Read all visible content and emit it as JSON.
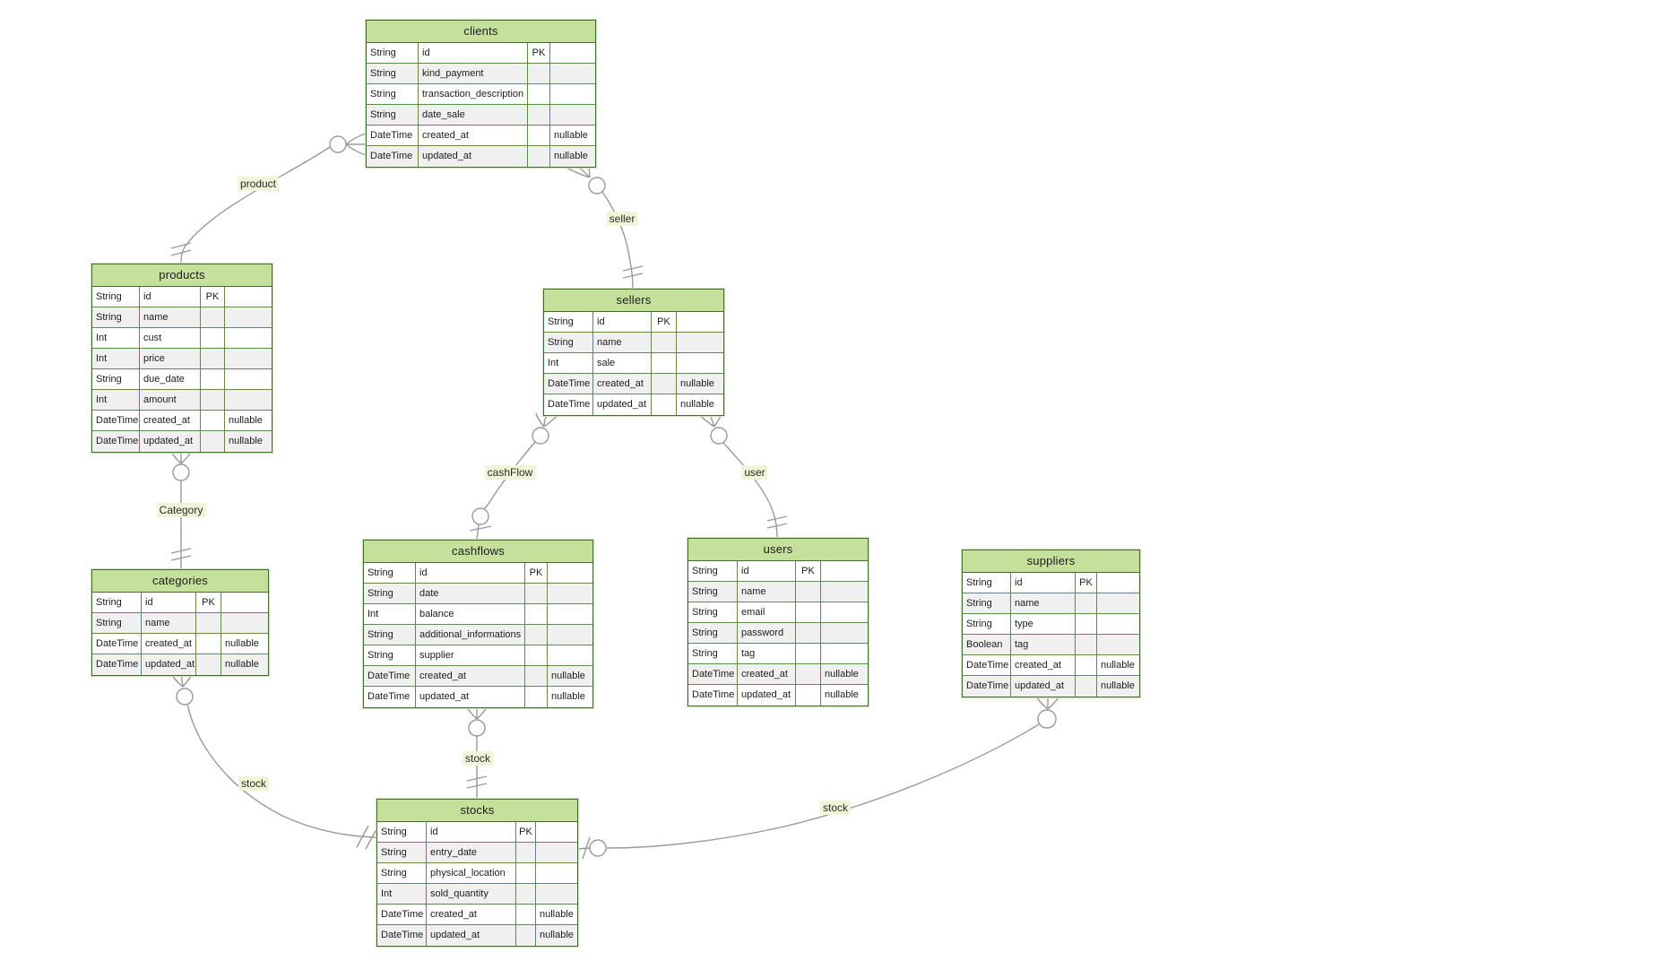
{
  "diagram": {
    "type": "entity-relationship",
    "colors": {
      "header_bg": "#c5e09b",
      "table_border": "#3f6e35",
      "label_bg": "#eef6d7",
      "line": "#999999"
    },
    "entities": {
      "clients": {
        "title": "clients",
        "rows": [
          {
            "type": "String",
            "name": "id",
            "key": "PK",
            "nullable": ""
          },
          {
            "type": "String",
            "name": "kind_payment",
            "key": "",
            "nullable": ""
          },
          {
            "type": "String",
            "name": "transaction_description",
            "key": "",
            "nullable": ""
          },
          {
            "type": "String",
            "name": "date_sale",
            "key": "",
            "nullable": ""
          },
          {
            "type": "DateTime",
            "name": "created_at",
            "key": "",
            "nullable": "nullable"
          },
          {
            "type": "DateTime",
            "name": "updated_at",
            "key": "",
            "nullable": "nullable"
          }
        ]
      },
      "products": {
        "title": "products",
        "rows": [
          {
            "type": "String",
            "name": "id",
            "key": "PK",
            "nullable": ""
          },
          {
            "type": "String",
            "name": "name",
            "key": "",
            "nullable": ""
          },
          {
            "type": "Int",
            "name": "cust",
            "key": "",
            "nullable": ""
          },
          {
            "type": "Int",
            "name": "price",
            "key": "",
            "nullable": ""
          },
          {
            "type": "String",
            "name": "due_date",
            "key": "",
            "nullable": ""
          },
          {
            "type": "Int",
            "name": "amount",
            "key": "",
            "nullable": ""
          },
          {
            "type": "DateTime",
            "name": "created_at",
            "key": "",
            "nullable": "nullable"
          },
          {
            "type": "DateTime",
            "name": "updated_at",
            "key": "",
            "nullable": "nullable"
          }
        ]
      },
      "sellers": {
        "title": "sellers",
        "rows": [
          {
            "type": "String",
            "name": "id",
            "key": "PK",
            "nullable": ""
          },
          {
            "type": "String",
            "name": "name",
            "key": "",
            "nullable": ""
          },
          {
            "type": "Int",
            "name": "sale",
            "key": "",
            "nullable": ""
          },
          {
            "type": "DateTime",
            "name": "created_at",
            "key": "",
            "nullable": "nullable"
          },
          {
            "type": "DateTime",
            "name": "updated_at",
            "key": "",
            "nullable": "nullable"
          }
        ]
      },
      "cashflows": {
        "title": "cashflows",
        "rows": [
          {
            "type": "String",
            "name": "id",
            "key": "PK",
            "nullable": ""
          },
          {
            "type": "String",
            "name": "date",
            "key": "",
            "nullable": ""
          },
          {
            "type": "Int",
            "name": "balance",
            "key": "",
            "nullable": ""
          },
          {
            "type": "String",
            "name": "additional_informations",
            "key": "",
            "nullable": ""
          },
          {
            "type": "String",
            "name": "supplier",
            "key": "",
            "nullable": ""
          },
          {
            "type": "DateTime",
            "name": "created_at",
            "key": "",
            "nullable": "nullable"
          },
          {
            "type": "DateTime",
            "name": "updated_at",
            "key": "",
            "nullable": "nullable"
          }
        ]
      },
      "users": {
        "title": "users",
        "rows": [
          {
            "type": "String",
            "name": "id",
            "key": "PK",
            "nullable": ""
          },
          {
            "type": "String",
            "name": "name",
            "key": "",
            "nullable": ""
          },
          {
            "type": "String",
            "name": "email",
            "key": "",
            "nullable": ""
          },
          {
            "type": "String",
            "name": "password",
            "key": "",
            "nullable": ""
          },
          {
            "type": "String",
            "name": "tag",
            "key": "",
            "nullable": ""
          },
          {
            "type": "DateTime",
            "name": "created_at",
            "key": "",
            "nullable": "nullable"
          },
          {
            "type": "DateTime",
            "name": "updated_at",
            "key": "",
            "nullable": "nullable"
          }
        ]
      },
      "suppliers": {
        "title": "suppliers",
        "rows": [
          {
            "type": "String",
            "name": "id",
            "key": "PK",
            "nullable": ""
          },
          {
            "type": "String",
            "name": "name",
            "key": "",
            "nullable": ""
          },
          {
            "type": "String",
            "name": "type",
            "key": "",
            "nullable": ""
          },
          {
            "type": "Boolean",
            "name": "tag",
            "key": "",
            "nullable": ""
          },
          {
            "type": "DateTime",
            "name": "created_at",
            "key": "",
            "nullable": "nullable"
          },
          {
            "type": "DateTime",
            "name": "updated_at",
            "key": "",
            "nullable": "nullable"
          }
        ]
      },
      "categories": {
        "title": "categories",
        "rows": [
          {
            "type": "String",
            "name": "id",
            "key": "PK",
            "nullable": ""
          },
          {
            "type": "String",
            "name": "name",
            "key": "",
            "nullable": ""
          },
          {
            "type": "DateTime",
            "name": "created_at",
            "key": "",
            "nullable": "nullable"
          },
          {
            "type": "DateTime",
            "name": "updated_at",
            "key": "",
            "nullable": "nullable"
          }
        ]
      },
      "stocks": {
        "title": "stocks",
        "rows": [
          {
            "type": "String",
            "name": "id",
            "key": "PK",
            "nullable": ""
          },
          {
            "type": "String",
            "name": "entry_date",
            "key": "",
            "nullable": ""
          },
          {
            "type": "String",
            "name": "physical_location",
            "key": "",
            "nullable": ""
          },
          {
            "type": "Int",
            "name": "sold_quantity",
            "key": "",
            "nullable": ""
          },
          {
            "type": "DateTime",
            "name": "created_at",
            "key": "",
            "nullable": "nullable"
          },
          {
            "type": "DateTime",
            "name": "updated_at",
            "key": "",
            "nullable": "nullable"
          }
        ]
      }
    },
    "relationships": [
      {
        "label": "product",
        "from": "clients",
        "from_marker": "zero-or-many",
        "to": "products",
        "to_marker": "exactly-one"
      },
      {
        "label": "seller",
        "from": "clients",
        "from_marker": "zero-or-many",
        "to": "sellers",
        "to_marker": "exactly-one"
      },
      {
        "label": "cashFlow",
        "from": "sellers",
        "from_marker": "zero-or-many",
        "to": "cashflows",
        "to_marker": "zero-or-one"
      },
      {
        "label": "user",
        "from": "sellers",
        "from_marker": "zero-or-many",
        "to": "users",
        "to_marker": "exactly-one"
      },
      {
        "label": "Category",
        "from": "products",
        "from_marker": "zero-or-many",
        "to": "categories",
        "to_marker": "exactly-one"
      },
      {
        "label": "stock",
        "from": "categories",
        "from_marker": "zero-or-many",
        "to": "stocks",
        "to_marker": "exactly-one"
      },
      {
        "label": "stock",
        "from": "cashflows",
        "from_marker": "zero-or-many",
        "to": "stocks",
        "to_marker": "exactly-one"
      },
      {
        "label": "stock",
        "from": "suppliers",
        "from_marker": "zero-or-many",
        "to": "stocks",
        "to_marker": "zero-or-one"
      }
    ]
  }
}
